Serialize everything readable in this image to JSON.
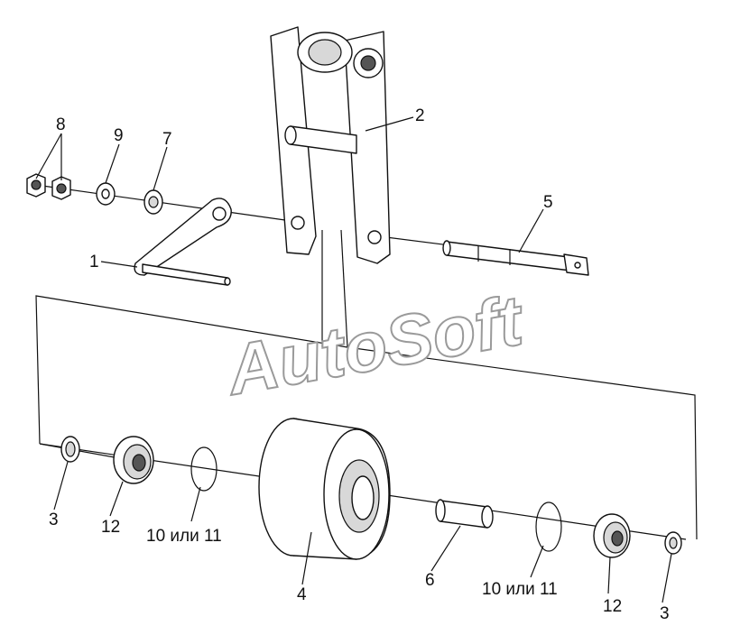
{
  "watermark": "AutoSoft",
  "labels": {
    "p1": "1",
    "p2": "2",
    "p3a": "3",
    "p3b": "3",
    "p4": "4",
    "p5": "5",
    "p6": "6",
    "p7": "7",
    "p8": "8",
    "p9": "9",
    "p10a": "10 или 11",
    "p10b": "10 или 11",
    "p12a": "12",
    "p12b": "12"
  }
}
